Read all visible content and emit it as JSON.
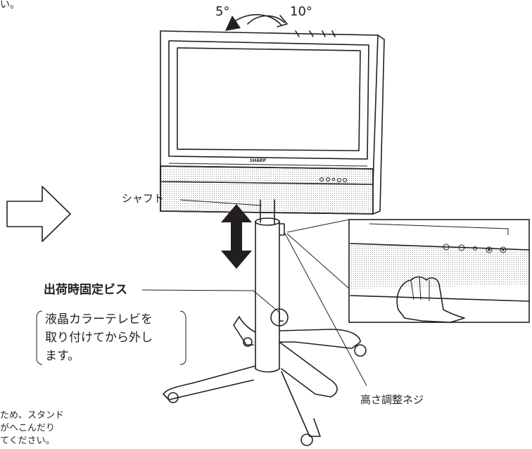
{
  "top_left_fragment": "い。",
  "angle_labels": {
    "forward": "5°",
    "back": "10°"
  },
  "tv_brand": "SHARP",
  "labels": {
    "shaft": "シャフト",
    "fixing_screw_title": "出荷時固定ビス",
    "fixing_screw_note_lines": [
      "液晶カラーテレビを",
      "取り付けてから外し",
      "ます。"
    ],
    "height_screw": "高さ調整ネジ"
  },
  "bottom_left_fragment_lines": [
    "ため、スタンド",
    "がへこんだり",
    "てください。"
  ],
  "colors": {
    "ink": "#231f20",
    "arrow_fill": "#231f20",
    "dot_pattern": "#6d6e71",
    "paper": "#ffffff"
  }
}
